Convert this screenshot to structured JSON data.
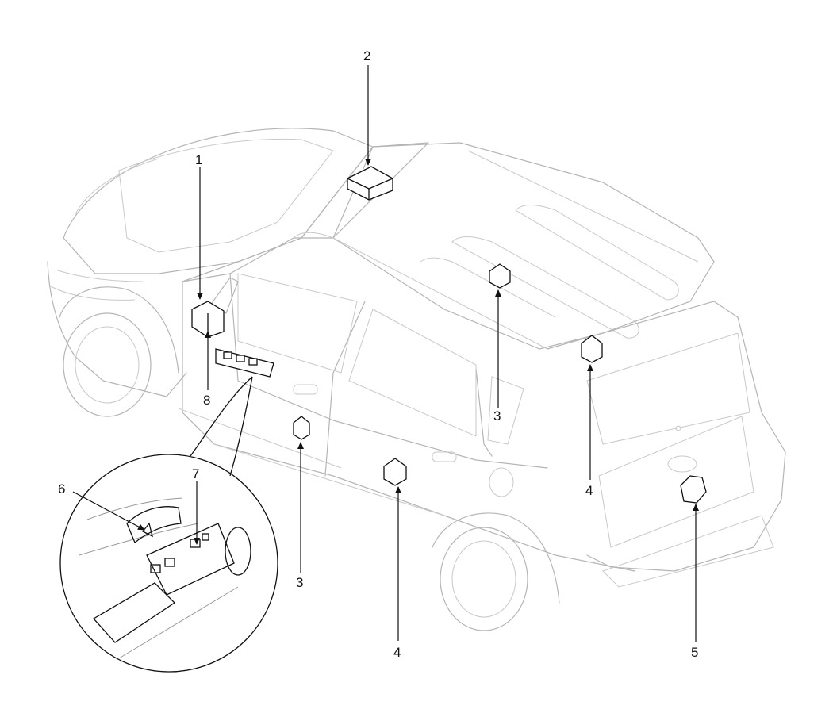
{
  "callouts": {
    "c1": "1",
    "c2": "2",
    "c3a": "3",
    "c3b": "3",
    "c4a": "4",
    "c4b": "4",
    "c5": "5",
    "c6": "6",
    "c7": "7",
    "c8": "8"
  },
  "colors": {
    "vehicle_outline": "#b5b5b5",
    "component_outline": "#111111",
    "background": "#ffffff"
  }
}
